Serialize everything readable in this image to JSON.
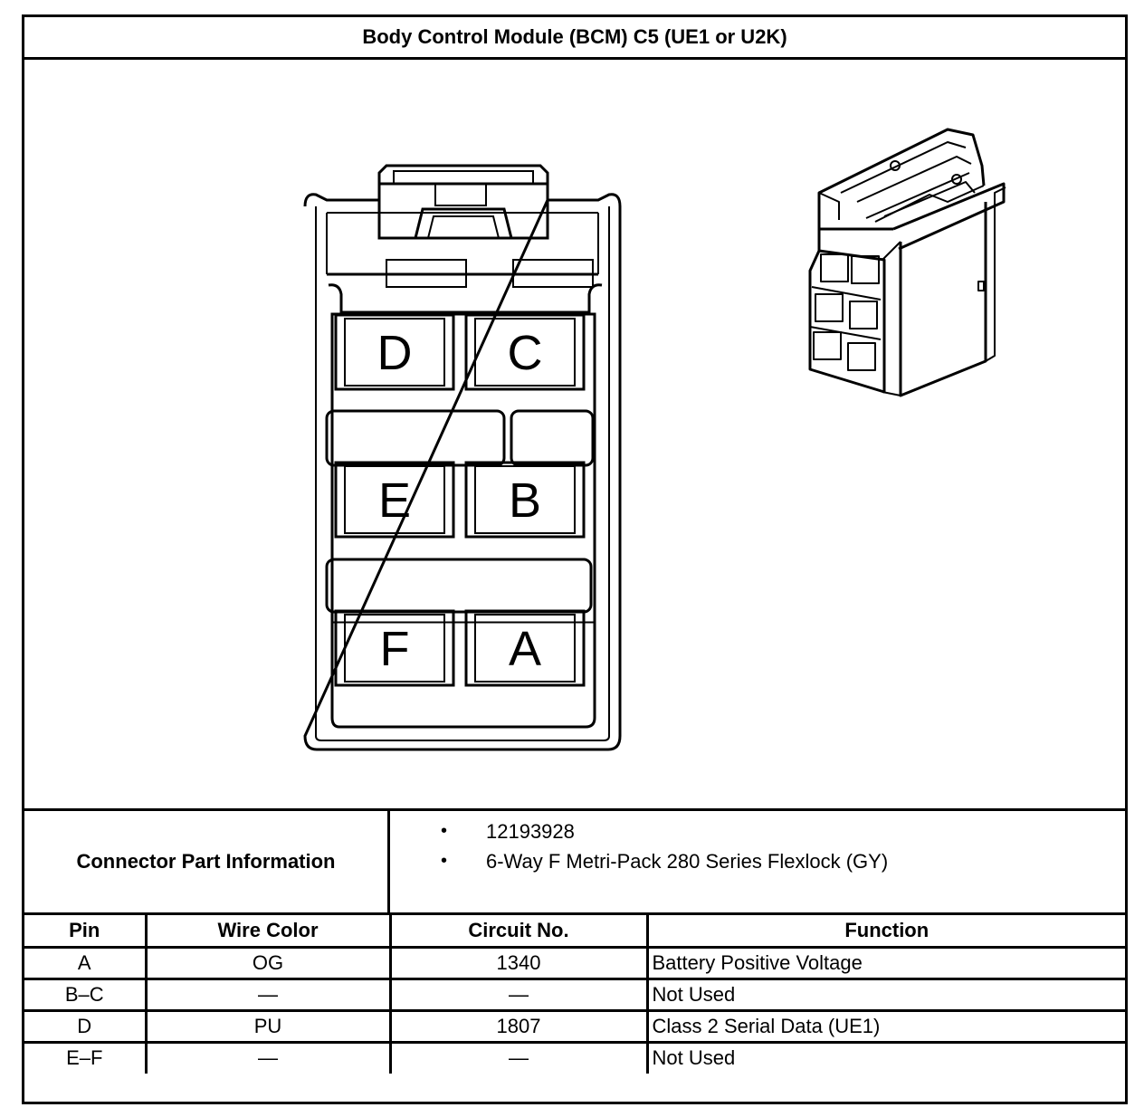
{
  "title": "Body Control Module (BCM) C5 (UE1 or U2K)",
  "connector_face": {
    "cavities": [
      "D",
      "C",
      "E",
      "B",
      "F",
      "A"
    ]
  },
  "part_info": {
    "label": "Connector Part Information",
    "items": [
      "12193928",
      "6-Way F Metri-Pack 280 Series Flexlock (GY)"
    ],
    "bullet": "•"
  },
  "pin_table": {
    "headers": [
      "Pin",
      "Wire Color",
      "Circuit No.",
      "Function"
    ],
    "rows": [
      [
        "A",
        "OG",
        "1340",
        "Battery Positive Voltage"
      ],
      [
        "B–C",
        "—",
        "—",
        "Not Used"
      ],
      [
        "D",
        "PU",
        "1807",
        "Class 2 Serial Data (UE1)"
      ],
      [
        "E–F",
        "—",
        "—",
        "Not Used"
      ]
    ]
  }
}
